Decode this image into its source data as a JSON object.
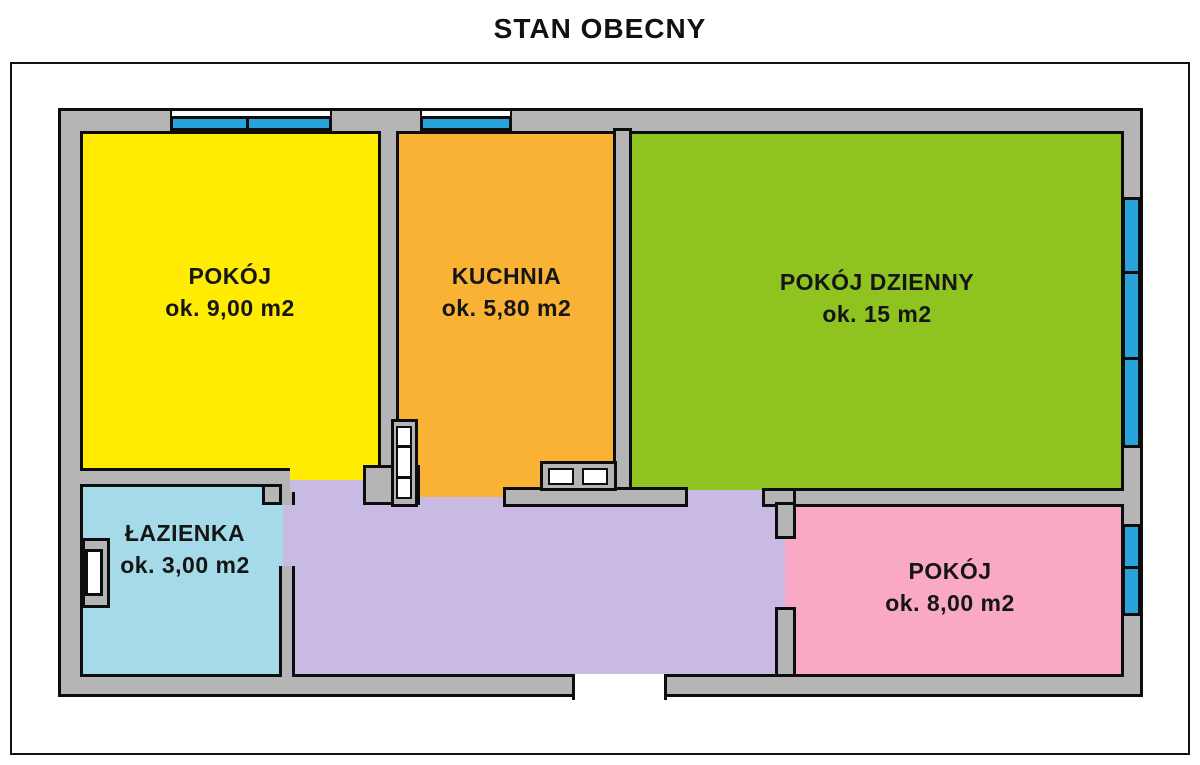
{
  "title": "STAN  OBECNY",
  "colors": {
    "wall": "#b5b5b5",
    "outline": "#0d0d0d",
    "window": "#29a3dc",
    "background": "#ffffff"
  },
  "rooms": [
    {
      "id": "pokoj-1",
      "name": "POKÓJ",
      "area": "ok. 9,00 m2",
      "color": "#ffec00"
    },
    {
      "id": "kuchnia",
      "name": "KUCHNIA",
      "area": "ok. 5,80 m2",
      "color": "#f9b233"
    },
    {
      "id": "pokoj-dzienny",
      "name": "POKÓJ DZIENNY",
      "area": "ok. 15 m2",
      "color": "#8fc31f"
    },
    {
      "id": "lazienka",
      "name": "ŁAZIENKA",
      "area": "ok. 3,00 m2",
      "color": "#a5dbe8"
    },
    {
      "id": "pokoj-2",
      "name": "POKÓJ",
      "area": "ok. 8,00 m2",
      "color": "#f9a9c6"
    },
    {
      "id": "korytarz",
      "name": "",
      "area": "",
      "color": "#c9bae4"
    }
  ]
}
